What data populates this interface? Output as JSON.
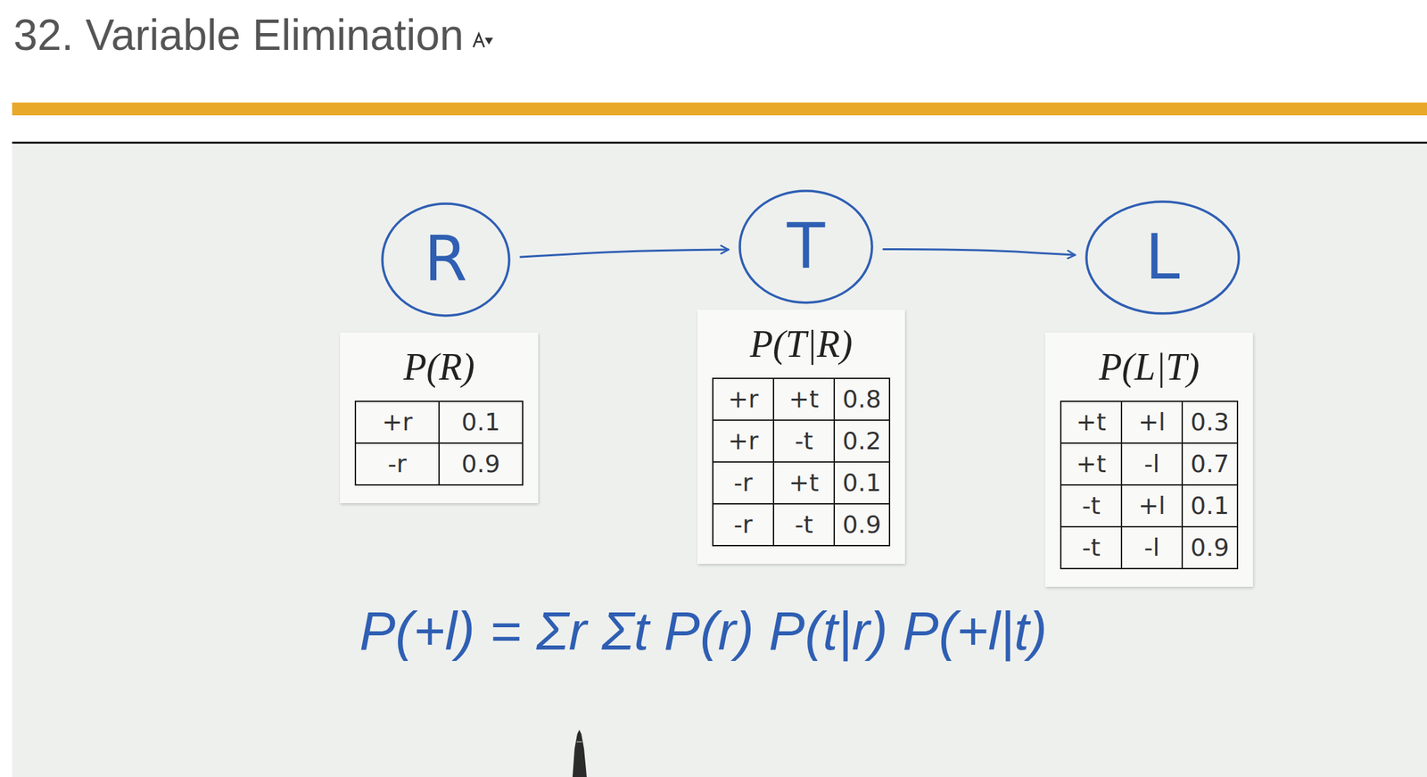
{
  "diagram": {
    "title": "32. Variable Elimination",
    "nodes": [
      {
        "text": [
          "R"
        ]
      },
      {
        "text": [
          "T"
        ]
      },
      {
        "text": [
          "L"
        ]
      },
      {
        "text": [
          "P(R)",
          "+r",
          "0.1",
          "-r",
          "0.9"
        ]
      },
      {
        "text": [
          "P(T|R)",
          "+r",
          "+t",
          "0.8",
          "+r",
          "-t",
          "0.2",
          "-r",
          "+t",
          "0.1",
          "-r",
          "-t",
          "0.9"
        ]
      },
      {
        "text": [
          "P(L|T)",
          "+t",
          "+l",
          "0.3",
          "+t",
          "-l",
          "0.7",
          "-t",
          "+l",
          "0.1",
          "-t",
          "-l",
          "0.9"
        ]
      }
    ],
    "edges": [
      {
        "from": 0,
        "to": 1,
        "arrow": "to"
      },
      {
        "from": 1,
        "to": 2,
        "arrow": "to"
      }
    ],
    "labels": [
      "P(+l) = Σr Σt P(r) P(t|r) P(+l|t)"
    ]
  }
}
